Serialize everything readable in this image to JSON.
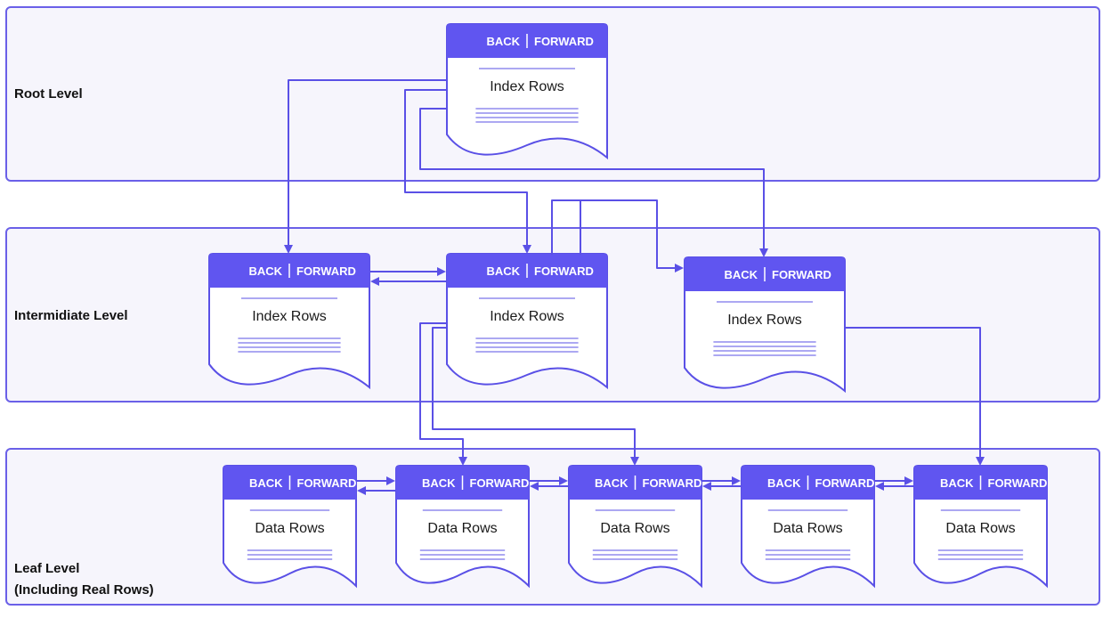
{
  "levels": {
    "root": "Root Level",
    "intermediate": "Intermidiate Level",
    "leaf_line1": "Leaf Level",
    "leaf_line2": "(Including Real Rows)"
  },
  "page_header": {
    "back": "BACK",
    "forward": "FORWARD"
  },
  "page_types": {
    "index": "Index Rows",
    "data": "Data Rows"
  },
  "colors": {
    "accent": "#6055f0",
    "panel_fill": "#f6f5fc",
    "panel_border": "#6a60e8",
    "page_border": "#5a50e6",
    "text": "#111111"
  }
}
